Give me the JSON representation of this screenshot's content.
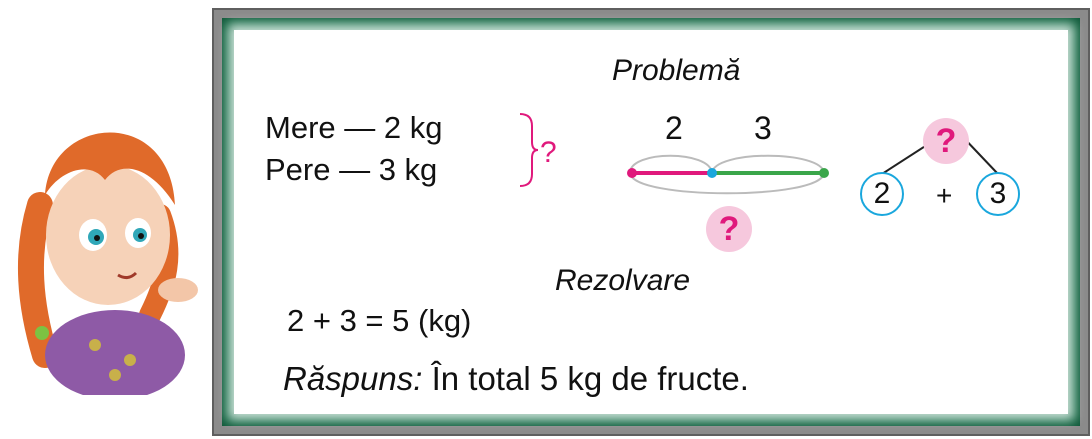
{
  "title": "Problemă",
  "given": [
    "Mere — 2 kg",
    "Pere — 3 kg"
  ],
  "given_question": "?",
  "segment_labels": [
    "2",
    "3"
  ],
  "segment_question": "?",
  "tree": {
    "top": "?",
    "left": "2",
    "operator": "+",
    "right": "3"
  },
  "solution_title": "Rezolvare",
  "calculation": "2 + 3 = 5 (kg)",
  "answer": {
    "label": "Răspuns:",
    "text": "În total 5 kg de fructe."
  },
  "colors": {
    "accent_pink": "#e0197c",
    "badge_pink": "#f6c8dd",
    "segment_green": "#3aa64a",
    "circle_blue": "#1aa7dd",
    "board_green": "#1d7a52"
  }
}
